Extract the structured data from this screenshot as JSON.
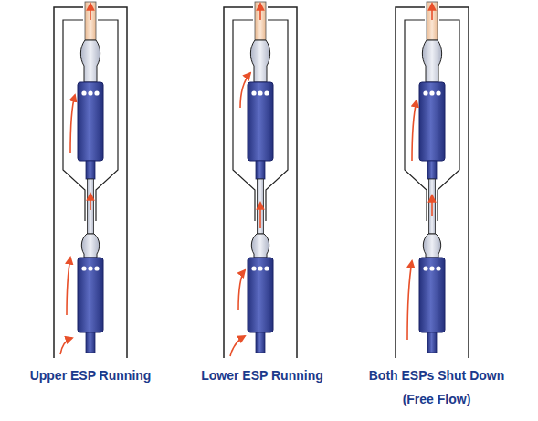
{
  "diagram": {
    "labels": [
      "Upper ESP Running",
      "Lower ESP Running",
      "Both ESPs Shut Down",
      "(Free Flow)"
    ]
  }
}
